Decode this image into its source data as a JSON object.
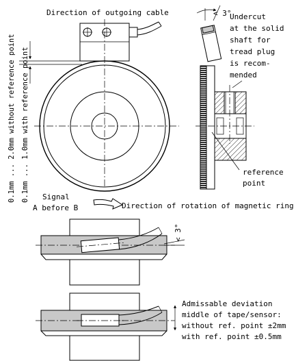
{
  "labels": {
    "outgoing_cable": "Direction of outgoing cable",
    "angle_top": "< 3°",
    "undercut_lines": [
      "Undercut",
      "at the solid",
      "shaft     for",
      "tread  plug",
      "is   recom-",
      "mended"
    ],
    "without_ref": "0.1mm ... 2.0mm without reference point",
    "with_ref": "0.1mm ... 1.0mm with reference point",
    "reference_point_lines": [
      "reference",
      "point"
    ],
    "signal_lines": [
      "Signal",
      "A before B"
    ],
    "rotation": "Direction of rotation of magnetic ring",
    "angle_mid": "< 3°",
    "deviation_lines": [
      "Admissable deviation",
      "middle of tape/sensor:",
      "without ref. point ±2mm",
      "with ref. point ±0.5mm"
    ]
  }
}
